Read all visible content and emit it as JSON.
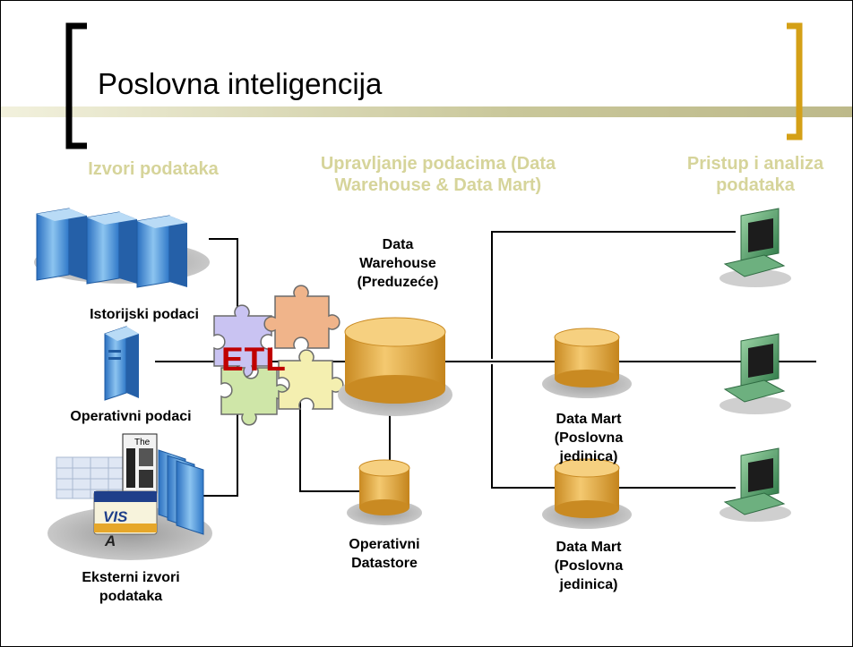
{
  "slide": {
    "title": "Poslovna inteligencija"
  },
  "headers": {
    "sources": "Izvori podataka",
    "management": "Upravljanje podacima (Data Warehouse & Data Mart)",
    "access": "Pristup i analiza podataka"
  },
  "nodes": {
    "historical": "Istorijski podaci",
    "operational": "Operativni podaci",
    "external": "Eksterni izvori podataka",
    "etl": "ETL",
    "warehouse": "Data Warehouse (Preduzeće)",
    "ods": "Operativni Datastore",
    "mart1": "Data Mart (Poslovna jedinica)",
    "mart2": "Data Mart (Poslovna jedinica)"
  },
  "clipart": {
    "card_line1": "VIS",
    "card_line2": "A",
    "paper_text": "The"
  },
  "colors": {
    "header_text": "#d6d49a",
    "bracket_gold": "#d4a017",
    "cylinder_gold": "#e8b24a",
    "etl_red": "#c00000",
    "server_blue": "#5ba3e0",
    "computer_green": "#4f9a6a"
  }
}
